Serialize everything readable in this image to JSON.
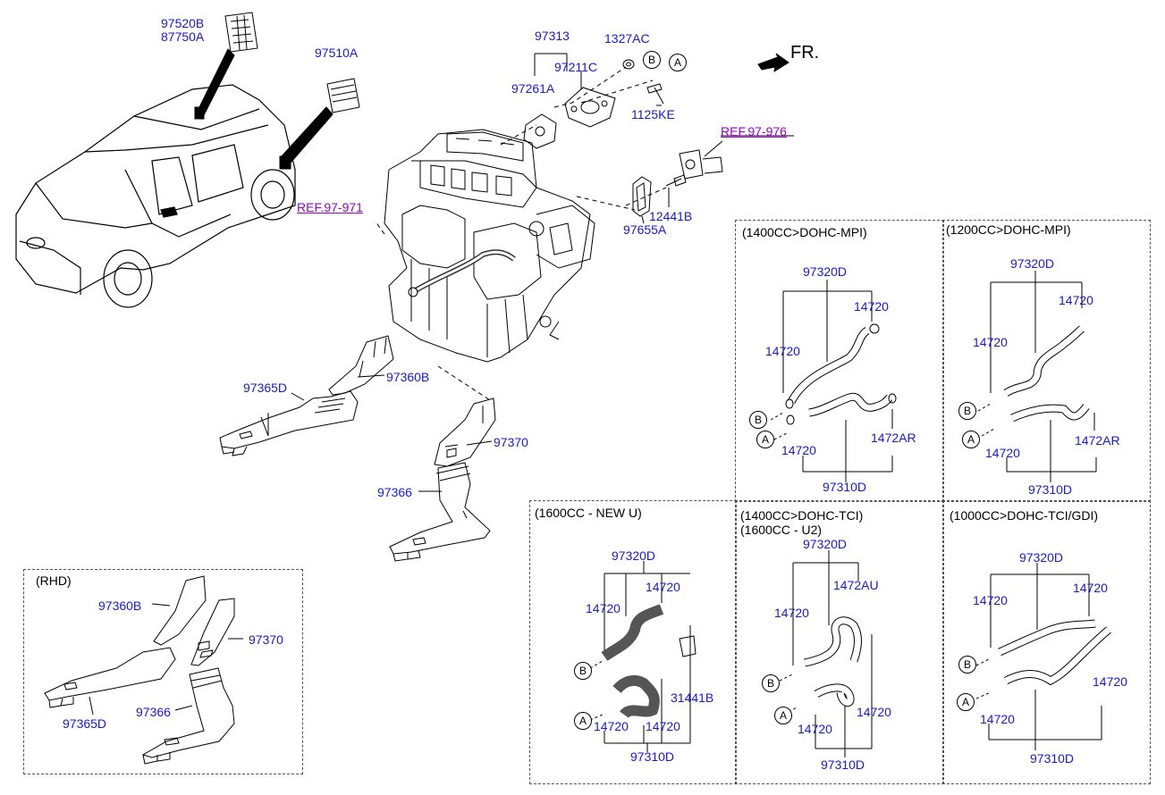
{
  "colors": {
    "label": "#1a1acc",
    "ref": "#9900cc",
    "line": "#000000"
  },
  "front": {
    "text": "FR."
  },
  "refs": {
    "r1": "REF.97-976",
    "r2": "REF.97-971"
  },
  "main": {
    "p97520B": "97520B",
    "p87750A": "87750A",
    "p97510A": "97510A",
    "p97313": "97313",
    "p1327AC": "1327AC",
    "p97211C": "97211C",
    "p97261A": "97261A",
    "p1125KE": "1125KE",
    "p12441B": "12441B",
    "p97655A": "97655A",
    "p97365D": "97365D",
    "p97360B": "97360B",
    "p97370": "97370",
    "p97366": "97366",
    "circleA": "A",
    "circleB": "B"
  },
  "rhd": {
    "title": "(RHD)",
    "p97360B": "97360B",
    "p97370": "97370",
    "p97366": "97366",
    "p97365D": "97365D"
  },
  "panels": {
    "p1": {
      "title": "(1400CC>DOHC-MPI)",
      "top": "97320D",
      "c1": "14720",
      "c2": "14720",
      "c3": "14720",
      "r": "1472AR",
      "bottom": "97310D",
      "A": "A",
      "B": "B"
    },
    "p2": {
      "title": "(1200CC>DOHC-MPI)",
      "top": "97320D",
      "c1": "14720",
      "c2": "14720",
      "c3": "14720",
      "r": "1472AR",
      "bottom": "97310D",
      "A": "A",
      "B": "B"
    },
    "p3": {
      "title": "(1600CC - NEW U)",
      "top": "97320D",
      "c1": "14720",
      "c2": "14720",
      "c3": "14720",
      "c4": "14720",
      "r": "31441B",
      "bottom": "97310D",
      "A": "A",
      "B": "B"
    },
    "p4": {
      "title": "(1400CC>DOHC-TCI)",
      "title2": "(1600CC - U2)",
      "top": "97320D",
      "c1": "14720",
      "au": "1472AU",
      "c3": "14720",
      "c4": "14720",
      "bottom": "97310D",
      "A": "A",
      "B": "B"
    },
    "p5": {
      "title": "(1000CC>DOHC-TCI/GDI)",
      "top": "97320D",
      "c1": "14720",
      "c2": "14720",
      "c3": "14720",
      "c4": "14720",
      "bottom": "97310D",
      "A": "A",
      "B": "B"
    }
  }
}
